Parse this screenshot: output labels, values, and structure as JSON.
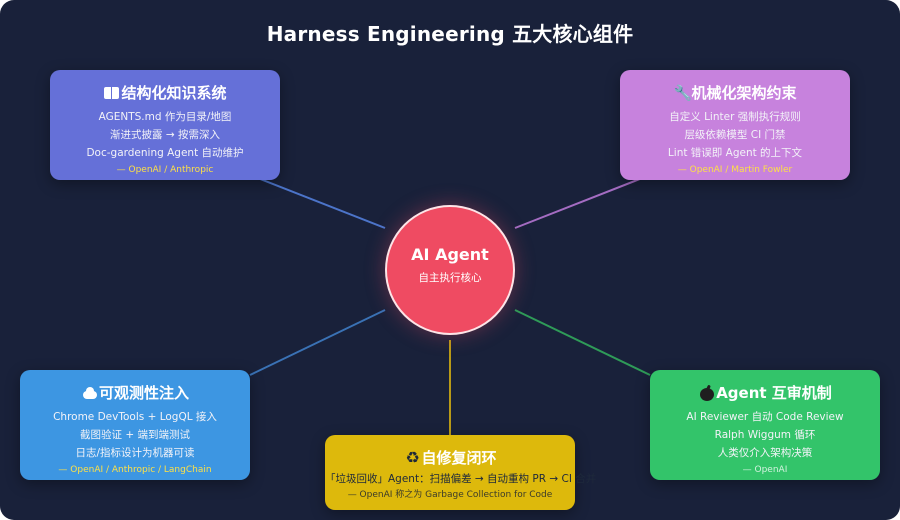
{
  "title": "Harness Engineering 五大核心组件",
  "hub": {
    "title": "AI Agent",
    "subtitle": "自主执行核心"
  },
  "cards": {
    "knowledge": {
      "icon": "book-icon",
      "title": "结构化知识系统",
      "lines": [
        "AGENTS.md 作为目录/地图",
        "渐进式披露 → 按需深入",
        "Doc-gardening Agent 自动维护"
      ],
      "source": "— OpenAI / Anthropic"
    },
    "mechanical": {
      "icon": "wrench-icon",
      "title": "机械化架构约束",
      "lines": [
        "自定义 Linter 强制执行规则",
        "层级依赖模型 CI 门禁",
        "Lint 错误即 Agent 的上下文"
      ],
      "source": "— OpenAI / Martin Fowler"
    },
    "observability": {
      "icon": "cloud-icon",
      "title": "可观测性注入",
      "lines": [
        "Chrome DevTools + LogQL 接入",
        "截图验证 + 端到端测试",
        "日志/指标设计为机器可读"
      ],
      "source": "— OpenAI / Anthropic / LangChain"
    },
    "selfrepair": {
      "icon": "recycle-icon",
      "title": "自修复闭环",
      "lines": [
        "「垃圾回收」Agent：扫描偏差 → 自动重构 PR → CI 合并"
      ],
      "source": "— OpenAI 称之为 Garbage Collection for Code"
    },
    "review": {
      "icon": "apple-icon",
      "title": "Agent 互审机制",
      "lines": [
        "AI Reviewer 自动 Code Review",
        "Ralph Wiggum 循环",
        "人类仅介入架构决策"
      ],
      "source": "— OpenAI"
    }
  },
  "colors": {
    "background": "#19213a",
    "hub": "#ef4b62",
    "knowledge": "#6570d8",
    "mechanical": "#c782dd",
    "observability": "#3d96e2",
    "selfrepair": "#ddb90c",
    "review": "#33c46a",
    "source_highlight": "#fde047"
  }
}
